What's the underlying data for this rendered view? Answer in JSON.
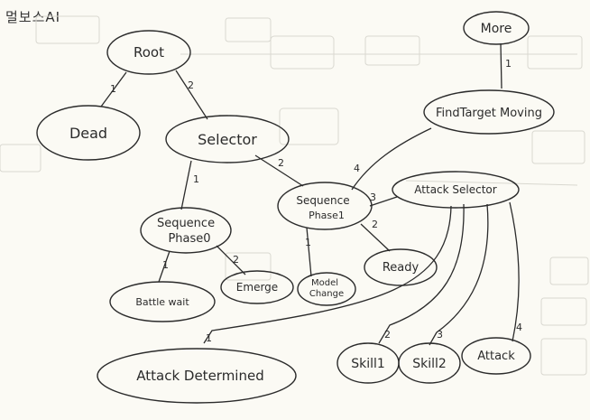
{
  "title": "멀보스AI",
  "nodes": {
    "root": "Root",
    "dead": "Dead",
    "selector": "Selector",
    "sequence_phase0_line1": "Sequence",
    "sequence_phase0_line2": "Phase0",
    "sequence_phase1_line1": "Sequence",
    "sequence_phase1_line2": "Phase1",
    "battle_wait": "Battle wait",
    "emerge": "Emerge",
    "model_change_line1": "Model",
    "model_change_line2": "Change",
    "ready": "Ready",
    "more": "More",
    "find_target_moving": "FindTarget Moving",
    "attack_selector": "Attack Selector",
    "attack_determined": "Attack Determined",
    "skill1": "Skill1",
    "skill2": "Skill2",
    "attack": "Attack"
  },
  "edge_labels": {
    "root_dead": "1",
    "root_selector": "2",
    "selector_seq0": "1",
    "selector_seq1": "2",
    "seq0_battlewait": "1",
    "seq0_emerge": "2",
    "seq1_modelchange": "1",
    "seq1_ready": "2",
    "seq1_attackselector": "3",
    "seq1_findtarget": "4",
    "more_findtarget": "1",
    "as_attackdetermined": "1",
    "as_skill1": "2",
    "as_skill2": "3",
    "as_attack": "4"
  }
}
